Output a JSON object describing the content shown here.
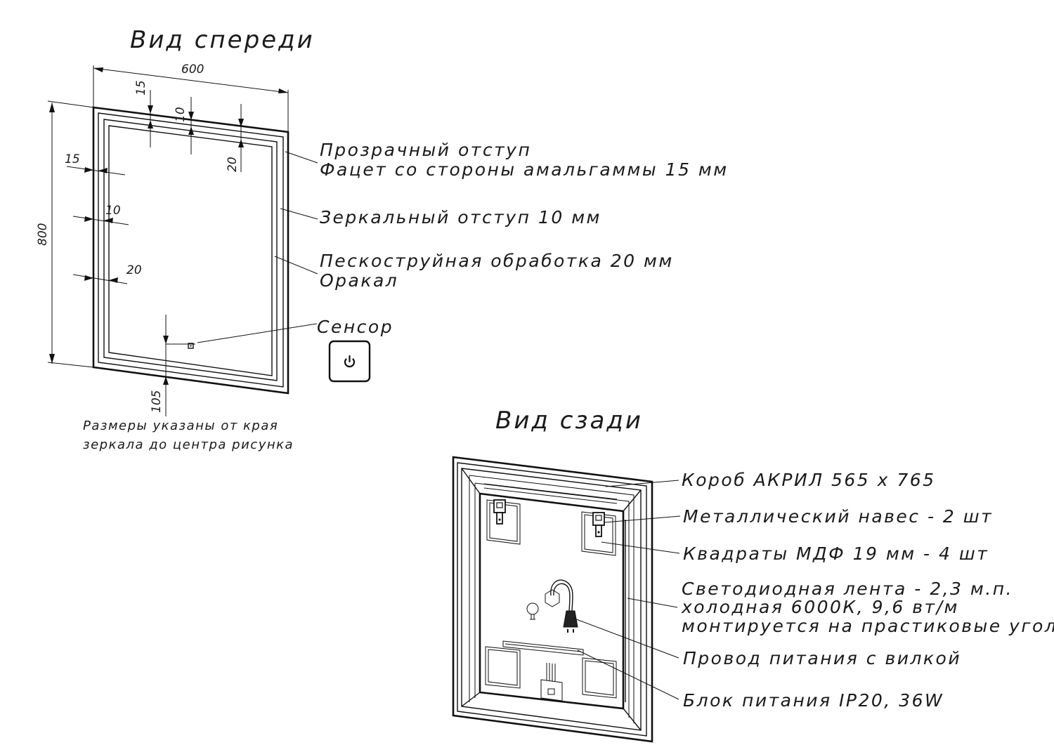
{
  "front": {
    "title": "Вид спереди",
    "dims": {
      "width": "600",
      "height": "800",
      "d15_top": "15",
      "d10_top": "10",
      "d20_top": "20",
      "d15_left": "15",
      "d10_left": "10",
      "d20_left": "20",
      "d105": "105"
    },
    "labels": {
      "transparent_1": "Прозрачный отступ",
      "transparent_2": "Фацет со стороны амальгаммы 15 мм",
      "mirror": "Зеркальный отступ 10 мм",
      "sandblast_1": "Пескоструйная обработка 20 мм",
      "sandblast_2": "Оракал",
      "sensor": "Сенсор"
    },
    "note_1": "Размеры указаны от края",
    "note_2": "зеркала до центра рисунка",
    "sensor_icon": "power-icon"
  },
  "back": {
    "title": "Вид сзади",
    "labels": {
      "box": "Короб АКРИЛ 565 х 765",
      "hanger": "Металлический навес - 2 шт",
      "mdf": "Квадраты МДФ 19 мм - 4 шт",
      "led_1": "Светодиодная лента - 2,3 м.п.",
      "led_2": "холодная 6000К, 9,6 вт/м",
      "led_3": "монтируется на прастиковые уголки",
      "cable": "Провод питания с вилкой",
      "psu": "Блок питания IP20, 36W"
    }
  }
}
